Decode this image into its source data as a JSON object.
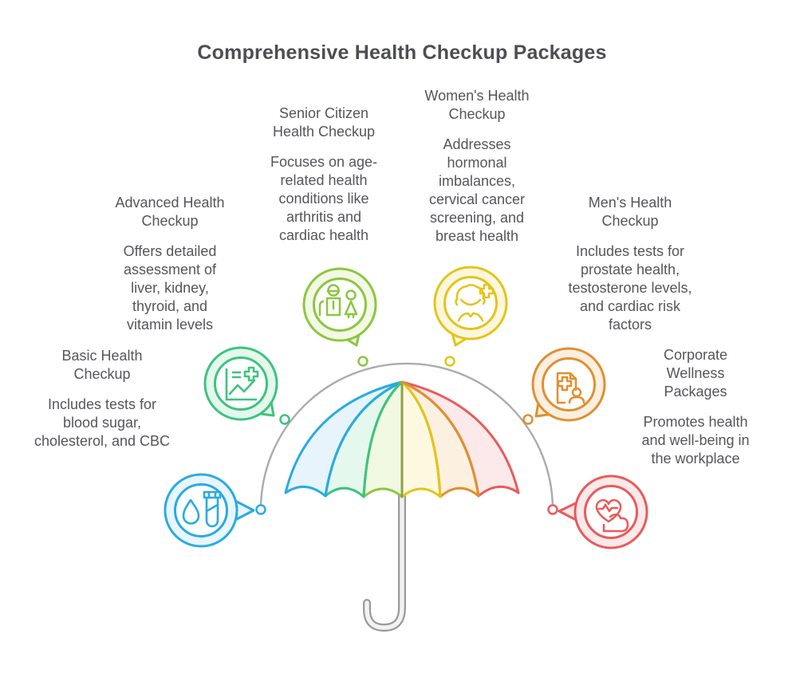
{
  "title": "Comprehensive Health Checkup Packages",
  "packages": [
    {
      "name": "Basic Health Checkup",
      "description": "Includes tests for blood sugar, cholesterol, and CBC",
      "color": "#29ABE2",
      "fill": "#E9F6FD",
      "icon": "blood-drop-test-tube-icon"
    },
    {
      "name": "Advanced Health Checkup",
      "description": "Offers detailed assessment of liver, kidney, thyroid, and vitamin levels",
      "color": "#3DC47D",
      "fill": "#E5F8EE",
      "icon": "health-report-chart-icon"
    },
    {
      "name": "Senior Citizen Health Checkup",
      "description": "Focuses on age-related health conditions like arthritis and cardiac health",
      "color": "#8CC63F",
      "fill": "#F3F9E4",
      "icon": "elderly-couple-icon"
    },
    {
      "name": "Women's Health Checkup",
      "description": "Addresses hormonal imbalances, cervical cancer screening, and breast health",
      "color": "#E5C417",
      "fill": "#FBF7DF",
      "icon": "woman-medical-cross-icon"
    },
    {
      "name": "Men's Health Checkup",
      "description": "Includes tests for prostate health, testosterone levels, and cardiac risk factors",
      "color": "#E18F2F",
      "fill": "#FBEFE1",
      "icon": "medical-record-person-icon"
    },
    {
      "name": "Corporate Wellness Packages",
      "description": "Promotes health and well-being in the workplace",
      "color": "#EA5A5A",
      "fill": "#FCE9E9",
      "icon": "heart-pulse-bicep-icon"
    }
  ],
  "umbrella": {
    "segment_stroke_colors": [
      "#29ABE2",
      "#3DC47D",
      "#8CC63F",
      "#E5C417",
      "#E18F2F",
      "#EA5A5A"
    ],
    "segment_fill_colors": [
      "#E7F4FC",
      "#E5F8EE",
      "#F1F9E3",
      "#FCF9E0",
      "#FCF1E0",
      "#FCE9E9"
    ],
    "center_rib_color": "#8FA044",
    "handle_color": "#9A9A9A",
    "arc_color": "#ABABAB"
  }
}
